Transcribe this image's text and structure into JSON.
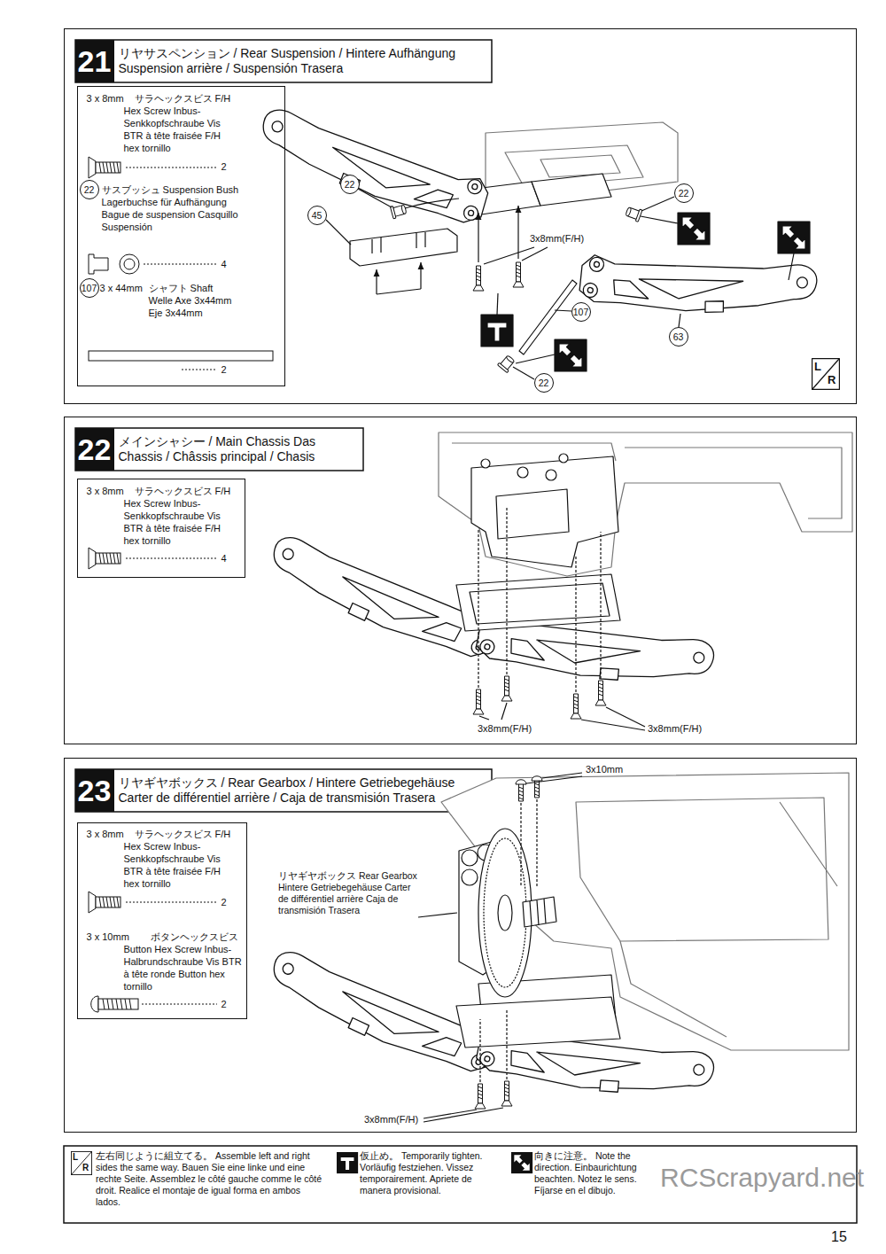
{
  "diagram": {
    "nodes": [
      {
        "text": [
          "21",
          "リヤサスペンション / Rear Suspension / Hintere Aufhängung Suspension arrière / Suspensión Trasera"
        ]
      },
      {
        "text": [
          "3 x 8mm",
          "サラヘックスビス F/H Hex Screw Inbus-Senkkopfschraube Vis BTR à tête fraisée F/H hex tornillo",
          "2",
          "サスブッシュ Suspension Bush Lagerbuchse für Aufhängung Bague de suspension Casquillo Suspensión",
          "4",
          "3 x 44mm",
          "シャフト Shaft Welle Axe 3x44mm Eje 3x44mm",
          "2"
        ],
        "in": 0
      },
      {
        "text": [
          "22"
        ],
        "in": 1
      },
      {
        "text": [
          "107"
        ],
        "in": 1
      },
      {
        "text": [
          "22"
        ],
        "in": 0
      },
      {
        "text": [
          "45"
        ],
        "in": 0
      },
      {
        "text": [
          "22"
        ],
        "in": 0
      },
      {
        "text": [
          "107"
        ],
        "in": 0
      },
      {
        "text": [
          "63"
        ],
        "in": 0
      },
      {
        "text": [
          "22"
        ],
        "in": 0
      },
      {
        "text": [
          "22",
          "メインシャシー / Main Chassis Das Chassis / Châssis principal / Chasis"
        ]
      },
      {
        "text": [
          "3 x 8mm",
          "サラヘックスビス F/H Hex Screw Inbus-Senkkopfschraube Vis BTR à tête fraisée F/H hex tornillo",
          "4"
        ],
        "in": 10
      },
      {
        "text": [
          "23",
          "リヤギヤボックス / Rear Gearbox / Hintere Getriebegehäuse Carter de différentiel arrière / Caja de transmisión Trasera"
        ]
      },
      {
        "text": [
          "3 x 8mm",
          "サラヘックスビス F/H Hex Screw Inbus-Senkkopfschraube Vis BTR à tête fraisée F/H hex tornillo",
          "2",
          "3 x 10mm",
          "ボタンヘックスビス Button Hex Screw Inbus-Halbrundschraube Vis BTR à tête ronde Button hex tornillo",
          "2"
        ],
        "in": 12
      }
    ],
    "labels": [
      "3x8mm(F/H)",
      "L",
      "R",
      "3x8mm(F/H)",
      "3x8mm(F/H)",
      "3x10mm",
      "リヤギヤボックス Rear Gearbox Hintere Getriebegehäuse Carter de différentiel arrière Caja de transmisión Trasera",
      "3x8mm(F/H)",
      "L",
      "R",
      "15",
      "RCScrapyard.net"
    ],
    "legend": [
      {
        "text": "左右同じように組立てる。 Assemble left and right sides the same way. Bauen Sie eine linke und eine rechte Seite. Assemblez le côté gauche comme le côté droit. Realice el montaje de igual forma en ambos lados."
      },
      {
        "text": "仮止め。 Temporarily tighten. Vorläufig festziehen. Vissez temporairement. Apriete de manera provisional."
      },
      {
        "text": "向きに注意。 Note the direction. Einbaurichtung beachten. Notez le sens. Fíjarse en el dibujo."
      }
    ]
  }
}
